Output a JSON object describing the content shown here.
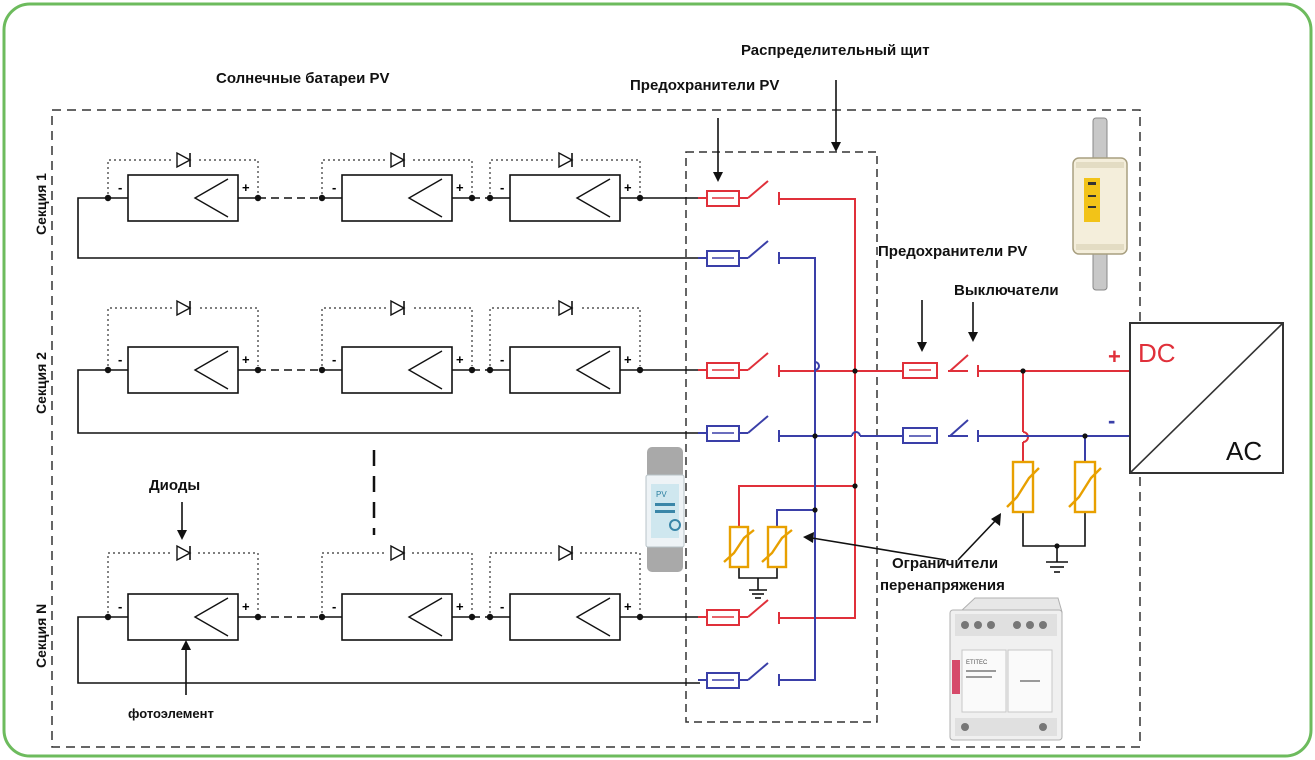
{
  "labels": {
    "solar_panels": "Солнечные батареи PV",
    "distribution_board": "Распределительный щит",
    "pv_fuses_top": "Предохранители PV",
    "pv_fuses_right": "Предохранители PV",
    "switches": "Выключатели",
    "diodes": "Диоды",
    "photocell": "фотоэлемент",
    "surge_line1": "Ограничители",
    "surge_line2": "перенапряжения"
  },
  "sections": {
    "s1": "Секция 1",
    "s2": "Секция 2",
    "sN": "Секция N"
  },
  "inverter": {
    "plus": "+",
    "dc": "DC",
    "minus": "-",
    "ac": "AC"
  },
  "module": {
    "minus": "-",
    "plus": "+"
  },
  "product_photos": {
    "knife_fuse": "",
    "cartridge_fuse_text": "PV",
    "surge_arrester_text": "ETITEC"
  },
  "colors": {
    "frame": "#6dbb5d",
    "positive": "#e0303a",
    "negative": "#3a3fa8",
    "surge": "#e8a000",
    "dc_label": "#e0303a"
  }
}
